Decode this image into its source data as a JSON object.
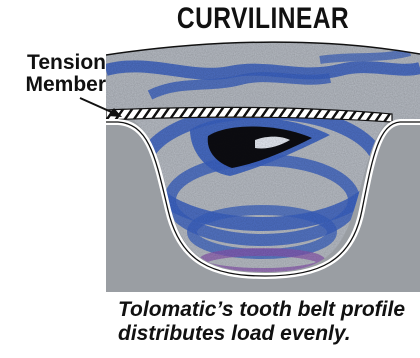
{
  "title": "CURVILINEAR",
  "callout": {
    "line1": "Tension",
    "line2": "Member"
  },
  "caption": {
    "line1": "Tolomatic’s tooth belt profile",
    "line2": "distributes load evenly."
  },
  "colors": {
    "pulley_gray": "#9a9ea3",
    "belt_gray": "#b9bec6",
    "stress_blue": "#3b63c4",
    "stress_dark": "#0d0d12",
    "stress_purple": "#8a55b0",
    "outline": "#111111"
  }
}
